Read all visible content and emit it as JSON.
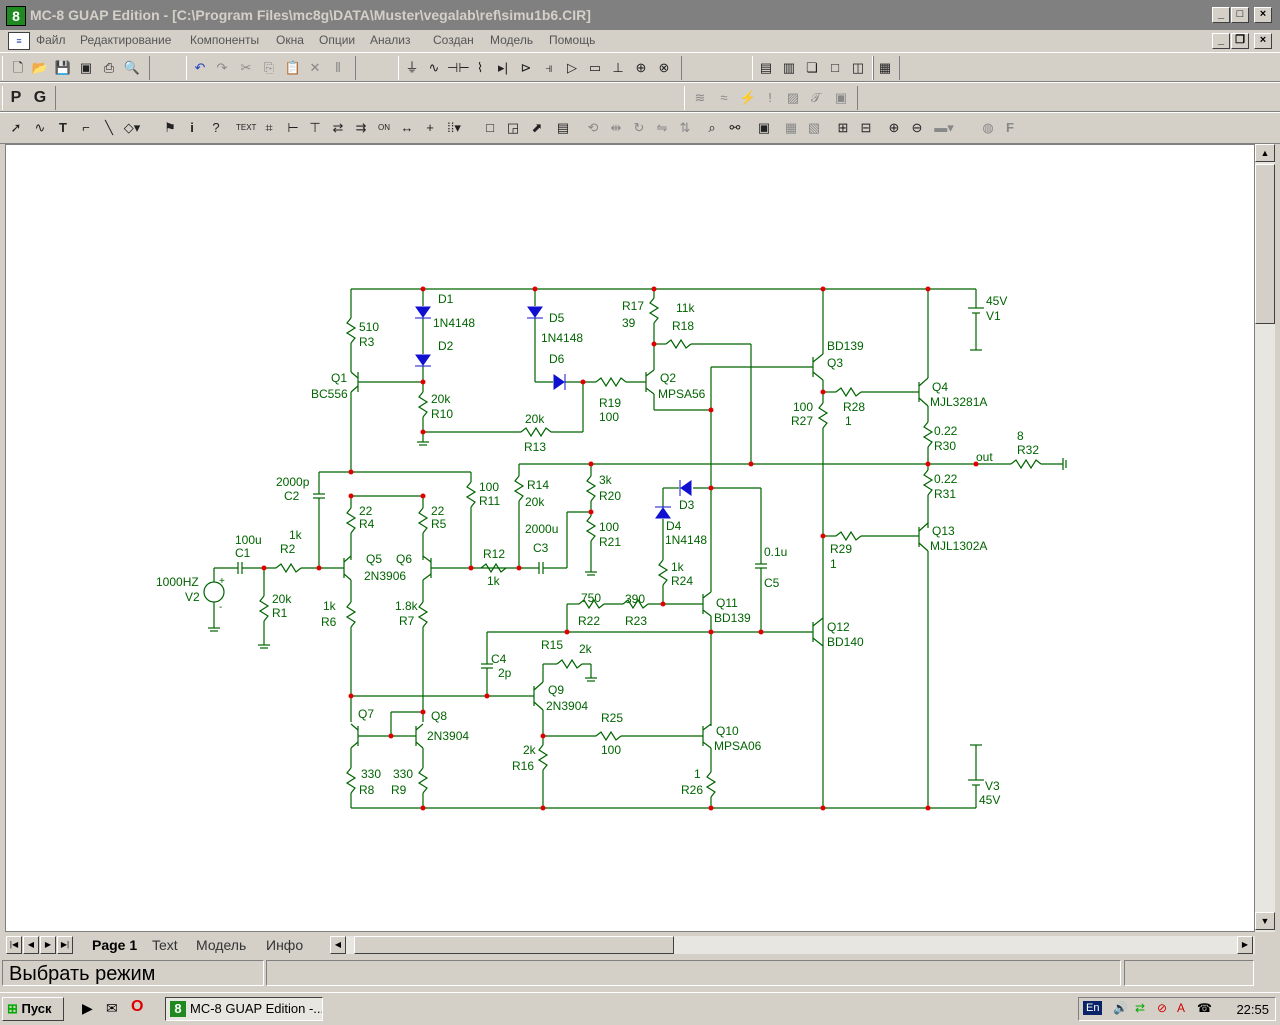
{
  "window": {
    "title": "MC-8 GUAP Edition - [C:\\Program Files\\mc8g\\DATA\\Muster\\vegalab\\ref\\simu1b6.CIR]",
    "app_icon": "8"
  },
  "menu": [
    "Файл",
    "Редактирование",
    "Компоненты",
    "Окна",
    "Опции",
    "Анализ",
    "Создан",
    "Модель",
    "Помощь"
  ],
  "toolbar2": {
    "p": "P",
    "g": "G"
  },
  "schematic": {
    "labels": {
      "D1": "D1",
      "D1_model": "1N4148",
      "D2": "D2",
      "D5": "D5",
      "D5_model": "1N4148",
      "D6": "D6",
      "R17": "R17",
      "R17_val": "39",
      "R18_val": "11k",
      "R18": "R18",
      "Q3_model": "BD139",
      "Q3": "Q3",
      "V1_val": "45V",
      "V1": "V1",
      "R3_val": "510",
      "R3": "R3",
      "Q1": "Q1",
      "Q1_model": "BC556",
      "R10_val": "20k",
      "R10": "R10",
      "R13_val": "20k",
      "R13": "R13",
      "R19": "R19",
      "R19_val": "100",
      "Q2": "Q2",
      "Q2_model": "MPSA56",
      "R27_val": "100",
      "R27": "R27",
      "R28": "R28",
      "R28_val": "1",
      "Q4": "Q4",
      "Q4_model": "MJL3281A",
      "R30_val": "0.22",
      "R30": "R30",
      "out": "out",
      "R32_val": "8",
      "R32": "R32",
      "C2_val": "2000p",
      "C2": "C2",
      "R11_val": "100",
      "R11": "R11",
      "R14": "R14",
      "R14_val": "20k",
      "R20_val": "3k",
      "R20": "R20",
      "D3": "D3",
      "R31_val": "0.22",
      "R31": "R31",
      "R4_val": "22",
      "R4": "R4",
      "R5_val": "22",
      "R5": "R5",
      "C3_val": "2000u",
      "C3": "C3",
      "R21_val": "100",
      "R21": "R21",
      "D4": "D4",
      "D4_model": "1N4148",
      "C5_val": "0.1u",
      "C5": "C5",
      "R29": "R29",
      "R29_val": "1",
      "Q13": "Q13",
      "Q13_model": "MJL1302A",
      "C1_val": "100u",
      "C1": "C1",
      "R2_val": "1k",
      "R2": "R2",
      "Q5": "Q5",
      "Q5_model": "2N3906",
      "Q6": "Q6",
      "R12": "R12",
      "R12_val": "1k",
      "R24_val": "1k",
      "R24": "R24",
      "V2_val": "1000HZ",
      "V2": "V2",
      "R1_val": "20k",
      "R1": "R1",
      "R6_val": "1k",
      "R6": "R6",
      "R7_val": "1.8k",
      "R7": "R7",
      "R22_val": "750",
      "R22": "R22",
      "R23_val": "390",
      "R23": "R23",
      "Q11": "Q11",
      "Q11_model": "BD139",
      "Q12": "Q12",
      "Q12_model": "BD140",
      "R15": "R15",
      "R15_val": "2k",
      "C4": "C4",
      "C4_val": "2p",
      "Q9": "Q9",
      "Q9_model": "2N3904",
      "Q7": "Q7",
      "Q8": "Q8",
      "Q8_model": "2N3904",
      "R25": "R25",
      "R25_val": "100",
      "R16_val": "2k",
      "R16": "R16",
      "Q10": "Q10",
      "Q10_model": "MPSA06",
      "R8_val": "330",
      "R8": "R8",
      "R9_val": "330",
      "R9": "R9",
      "R26_val": "1",
      "R26": "R26",
      "V3": "V3",
      "V3_val": "45V",
      "plus": "+",
      "minus": "-"
    }
  },
  "tabs": [
    "Page 1",
    "Text",
    "Модель",
    "Инфо"
  ],
  "status": {
    "text": "Выбрать режим"
  },
  "taskbar": {
    "start": "Пуск",
    "app": "MC-8 GUAP Edition -...",
    "lang": "En",
    "clock": "22:55"
  },
  "colors": {
    "wire": "#006400",
    "node": "#e00000",
    "diode": "#1010d0"
  }
}
